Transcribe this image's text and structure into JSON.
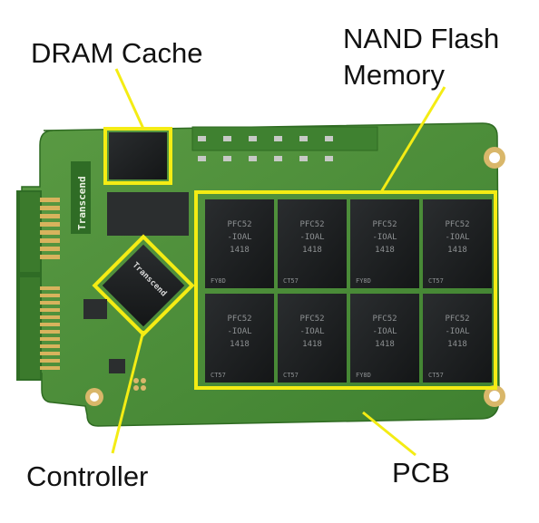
{
  "labels": {
    "dram": "DRAM Cache",
    "nand_line1": "NAND Flash",
    "nand_line2": "Memory",
    "controller": "Controller",
    "pcb": "PCB"
  },
  "pcb_silk": {
    "brand": "Transcend"
  },
  "controller_chip": {
    "brand": "Transcend"
  },
  "nand_chips": [
    {
      "code": "PFC52",
      "sub": "-IOAL",
      "num": "1418",
      "mark": "FY8D"
    },
    {
      "code": "PFC52",
      "sub": "-IOAL",
      "num": "1418",
      "mark": "CT57"
    },
    {
      "code": "PFC52",
      "sub": "-IOAL",
      "num": "1418",
      "mark": "FY8D"
    },
    {
      "code": "PFC52",
      "sub": "-IOAL",
      "num": "1418",
      "mark": "CT57"
    },
    {
      "code": "PFC52",
      "sub": "-IOAL",
      "num": "1418",
      "mark": "CT57"
    },
    {
      "code": "PFC52",
      "sub": "-IOAL",
      "num": "1418",
      "mark": "CT57"
    },
    {
      "code": "PFC52",
      "sub": "-IOAL",
      "num": "1418",
      "mark": "FY8D"
    },
    {
      "code": "PFC52",
      "sub": "-IOAL",
      "num": "1418",
      "mark": "CT57"
    }
  ],
  "colors": {
    "pcb_green": "#4f8f3a",
    "pcb_dark": "#3b7a2c",
    "chip_black": "#1b1d1e",
    "highlight_yellow": "#f4ec14",
    "gold": "#d9b76a"
  }
}
